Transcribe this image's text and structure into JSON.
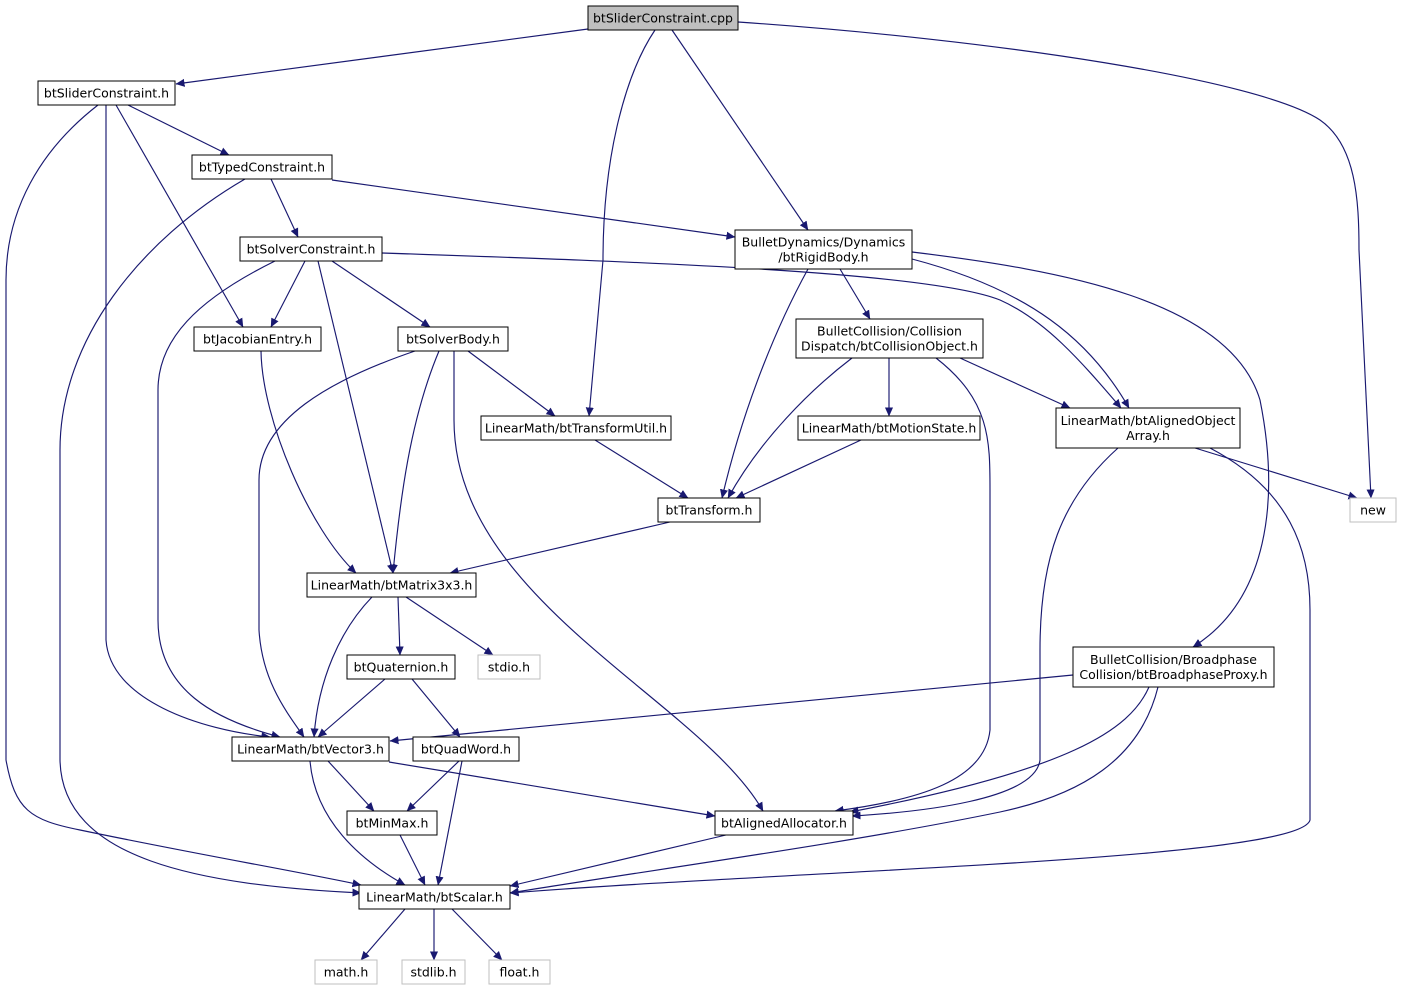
{
  "title": "",
  "diagram": {
    "colors": {
      "edge": "#191970",
      "node_border": "#000000",
      "root_fill": "#bfbfbf",
      "external_border": "#bfbfbf",
      "background": "#ffffff"
    },
    "nodes": [
      {
        "id": "root",
        "lines": [
          "btSliderConstraint.cpp"
        ],
        "kind": "root"
      },
      {
        "id": "sliderh",
        "lines": [
          "btSliderConstraint.h"
        ],
        "kind": "header"
      },
      {
        "id": "typed",
        "lines": [
          "btTypedConstraint.h"
        ],
        "kind": "header"
      },
      {
        "id": "solverc",
        "lines": [
          "btSolverConstraint.h"
        ],
        "kind": "header"
      },
      {
        "id": "jacob",
        "lines": [
          "btJacobianEntry.h"
        ],
        "kind": "header"
      },
      {
        "id": "solverb",
        "lines": [
          "btSolverBody.h"
        ],
        "kind": "header"
      },
      {
        "id": "transutil",
        "lines": [
          "LinearMath/btTransformUtil.h"
        ],
        "kind": "header"
      },
      {
        "id": "rigid",
        "lines": [
          "BulletDynamics/Dynamics",
          "/btRigidBody.h"
        ],
        "kind": "header"
      },
      {
        "id": "collobj",
        "lines": [
          "BulletCollision/Collision",
          "Dispatch/btCollisionObject.h"
        ],
        "kind": "header"
      },
      {
        "id": "motion",
        "lines": [
          "LinearMath/btMotionState.h"
        ],
        "kind": "header"
      },
      {
        "id": "alignarr",
        "lines": [
          "LinearMath/btAlignedObject",
          "Array.h"
        ],
        "kind": "header"
      },
      {
        "id": "new",
        "lines": [
          "new"
        ],
        "kind": "external"
      },
      {
        "id": "transform",
        "lines": [
          "btTransform.h"
        ],
        "kind": "header"
      },
      {
        "id": "matrix",
        "lines": [
          "LinearMath/btMatrix3x3.h"
        ],
        "kind": "header"
      },
      {
        "id": "quat",
        "lines": [
          "btQuaternion.h"
        ],
        "kind": "header"
      },
      {
        "id": "stdio",
        "lines": [
          "stdio.h"
        ],
        "kind": "external"
      },
      {
        "id": "broad",
        "lines": [
          "BulletCollision/Broadphase",
          "Collision/btBroadphaseProxy.h"
        ],
        "kind": "header"
      },
      {
        "id": "vec3",
        "lines": [
          "LinearMath/btVector3.h"
        ],
        "kind": "header"
      },
      {
        "id": "quadw",
        "lines": [
          "btQuadWord.h"
        ],
        "kind": "header"
      },
      {
        "id": "minmax",
        "lines": [
          "btMinMax.h"
        ],
        "kind": "header"
      },
      {
        "id": "alloc",
        "lines": [
          "btAlignedAllocator.h"
        ],
        "kind": "header"
      },
      {
        "id": "scalar",
        "lines": [
          "LinearMath/btScalar.h"
        ],
        "kind": "header"
      },
      {
        "id": "math",
        "lines": [
          "math.h"
        ],
        "kind": "external"
      },
      {
        "id": "stdlib",
        "lines": [
          "stdlib.h"
        ],
        "kind": "external"
      },
      {
        "id": "float",
        "lines": [
          "float.h"
        ],
        "kind": "external"
      }
    ],
    "edges": [
      {
        "from": "root",
        "to": "sliderh"
      },
      {
        "from": "root",
        "to": "transutil"
      },
      {
        "from": "root",
        "to": "rigid"
      },
      {
        "from": "root",
        "to": "new"
      },
      {
        "from": "sliderh",
        "to": "typed"
      },
      {
        "from": "sliderh",
        "to": "jacob"
      },
      {
        "from": "sliderh",
        "to": "vec3"
      },
      {
        "from": "sliderh",
        "to": "scalar"
      },
      {
        "from": "typed",
        "to": "solverc"
      },
      {
        "from": "typed",
        "to": "rigid"
      },
      {
        "from": "typed",
        "to": "scalar"
      },
      {
        "from": "solverc",
        "to": "jacob"
      },
      {
        "from": "solverc",
        "to": "solverb"
      },
      {
        "from": "solverc",
        "to": "matrix"
      },
      {
        "from": "solverc",
        "to": "vec3"
      },
      {
        "from": "solverc",
        "to": "alignarr"
      },
      {
        "from": "jacob",
        "to": "matrix"
      },
      {
        "from": "solverb",
        "to": "transutil"
      },
      {
        "from": "solverb",
        "to": "matrix"
      },
      {
        "from": "solverb",
        "to": "vec3"
      },
      {
        "from": "solverb",
        "to": "alloc"
      },
      {
        "from": "transutil",
        "to": "transform"
      },
      {
        "from": "rigid",
        "to": "collobj"
      },
      {
        "from": "rigid",
        "to": "transform"
      },
      {
        "from": "rigid",
        "to": "alignarr"
      },
      {
        "from": "rigid",
        "to": "broad"
      },
      {
        "from": "collobj",
        "to": "motion"
      },
      {
        "from": "collobj",
        "to": "transform"
      },
      {
        "from": "collobj",
        "to": "alignarr"
      },
      {
        "from": "collobj",
        "to": "alloc"
      },
      {
        "from": "motion",
        "to": "transform"
      },
      {
        "from": "alignarr",
        "to": "new"
      },
      {
        "from": "alignarr",
        "to": "alloc"
      },
      {
        "from": "alignarr",
        "to": "scalar"
      },
      {
        "from": "transform",
        "to": "matrix"
      },
      {
        "from": "matrix",
        "to": "quat"
      },
      {
        "from": "matrix",
        "to": "stdio"
      },
      {
        "from": "matrix",
        "to": "vec3"
      },
      {
        "from": "quat",
        "to": "vec3"
      },
      {
        "from": "quat",
        "to": "quadw"
      },
      {
        "from": "broad",
        "to": "vec3"
      },
      {
        "from": "broad",
        "to": "alloc"
      },
      {
        "from": "broad",
        "to": "scalar"
      },
      {
        "from": "vec3",
        "to": "minmax"
      },
      {
        "from": "vec3",
        "to": "alloc"
      },
      {
        "from": "vec3",
        "to": "scalar"
      },
      {
        "from": "quadw",
        "to": "minmax"
      },
      {
        "from": "quadw",
        "to": "scalar"
      },
      {
        "from": "minmax",
        "to": "scalar"
      },
      {
        "from": "alloc",
        "to": "scalar"
      },
      {
        "from": "scalar",
        "to": "math"
      },
      {
        "from": "scalar",
        "to": "stdlib"
      },
      {
        "from": "scalar",
        "to": "float"
      }
    ]
  }
}
